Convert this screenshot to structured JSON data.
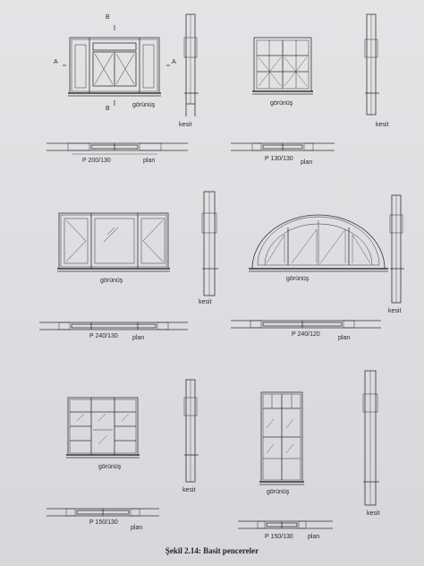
{
  "figure": {
    "caption_label": "Şekil 2.14:",
    "caption_text": "Basit pencereler"
  },
  "panels": [
    {
      "id": "p1",
      "view_label": "görünüş",
      "section_label": "kesit",
      "plan_code": "P 200/130",
      "plan_label": "plan"
    },
    {
      "id": "p2",
      "view_label": "görünüş",
      "section_label": "kesit",
      "plan_code": "P 130/130",
      "plan_label": "plan"
    },
    {
      "id": "p3",
      "view_label": "görünüş",
      "section_label": "kesit",
      "plan_code": "P 240/130",
      "plan_label": "plan"
    },
    {
      "id": "p4",
      "view_label": "görünüş",
      "section_label": "kesit",
      "plan_code": "P 240/120",
      "plan_label": "plan"
    },
    {
      "id": "p5",
      "view_label": "görünüş",
      "section_label": "kesit",
      "plan_code": "P 150/130",
      "plan_label": "plan"
    },
    {
      "id": "p6",
      "view_label": "görünüş",
      "section_label": "kesit",
      "plan_code": "P 150/130",
      "plan_label": "plan"
    }
  ],
  "section_markers": {
    "top": "B",
    "left": "A",
    "right": "A",
    "bottom": "B"
  },
  "colors": {
    "line": "#333333",
    "paper": "#e0e1e3"
  }
}
